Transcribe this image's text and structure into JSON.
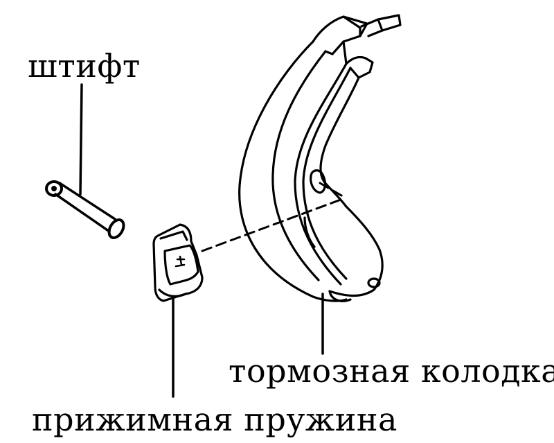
{
  "labels": {
    "pin": "штифт",
    "brake_shoe": "тормозная колодка",
    "hold_down_spring": "прижимная пружина"
  },
  "colors": {
    "ink": "#000000",
    "paper": "#ffffff"
  }
}
